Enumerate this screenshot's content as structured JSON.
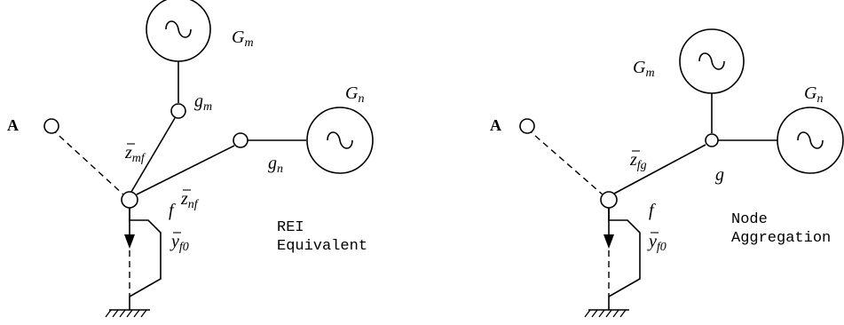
{
  "left": {
    "point_label": "A",
    "generator_m": "G",
    "generator_m_sub": "m",
    "generator_n": "G",
    "generator_n_sub": "n",
    "bus_gm": "g",
    "bus_gm_sub": "m",
    "bus_gn": "g",
    "bus_gn_sub": "n",
    "bus_f": "f",
    "z_mf": "z",
    "z_mf_sub": "mf",
    "z_nf": "z",
    "z_nf_sub": "nf",
    "y_f0": "y",
    "y_f0_sub": "f0",
    "caption_line1": "REI",
    "caption_line2": "Equivalent"
  },
  "right": {
    "point_label": "A",
    "generator_m": "G",
    "generator_m_sub": "m",
    "generator_n": "G",
    "generator_n_sub": "n",
    "bus_g": "g",
    "bus_f": "f",
    "z_fg": "z",
    "z_fg_sub": "fg",
    "y_f0": "y",
    "y_f0_sub": "f0",
    "caption_line1": "Node",
    "caption_line2": "Aggregation"
  },
  "icons": [
    "ac-source-icon",
    "ground-icon",
    "current-arrow-icon"
  ]
}
